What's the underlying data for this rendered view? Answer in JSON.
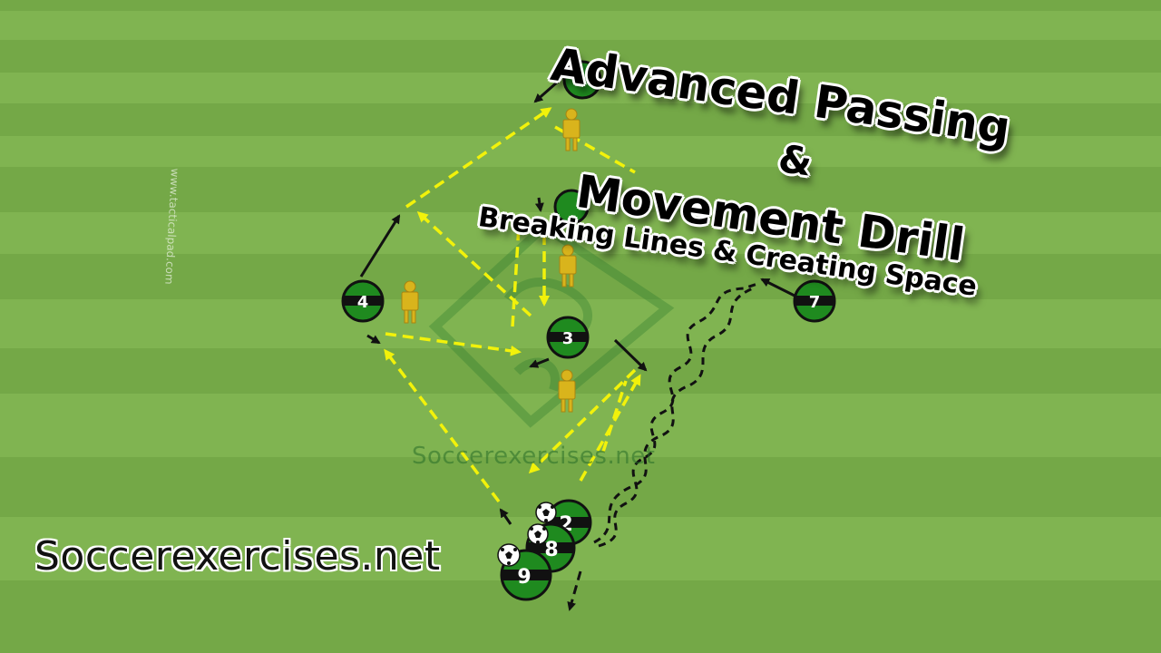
{
  "title": {
    "line1": "Advanced Passing",
    "line2": "&",
    "line3": "Movement Drill",
    "subtitle": "Breaking Lines & Creating Space"
  },
  "brand": "Soccerexercises.net",
  "center_watermark": "Soccerexercises.net",
  "side_watermark": "www.tacticalpad.com",
  "players": [
    {
      "number": "4"
    },
    {
      "number": "3"
    },
    {
      "number": "7"
    },
    {
      "number": "2"
    },
    {
      "number": "8"
    },
    {
      "number": "9"
    }
  ],
  "colors": {
    "pitch_light": "#7fb44f",
    "pitch_dark": "#73a645",
    "pass_line": "#f2f20a",
    "run_line": "#111111",
    "player_green": "#1f8a1f",
    "cone_mannequin": "#d9b41c"
  },
  "icons": [
    "soccer-ball-icon",
    "mannequin-icon",
    "watermark-logo-icon"
  ]
}
